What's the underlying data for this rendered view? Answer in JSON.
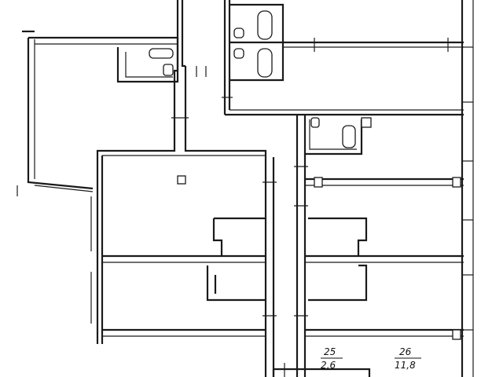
{
  "rooms": [
    {
      "number": "25",
      "area": "2,6"
    },
    {
      "number": "26",
      "area": "11,8"
    }
  ]
}
